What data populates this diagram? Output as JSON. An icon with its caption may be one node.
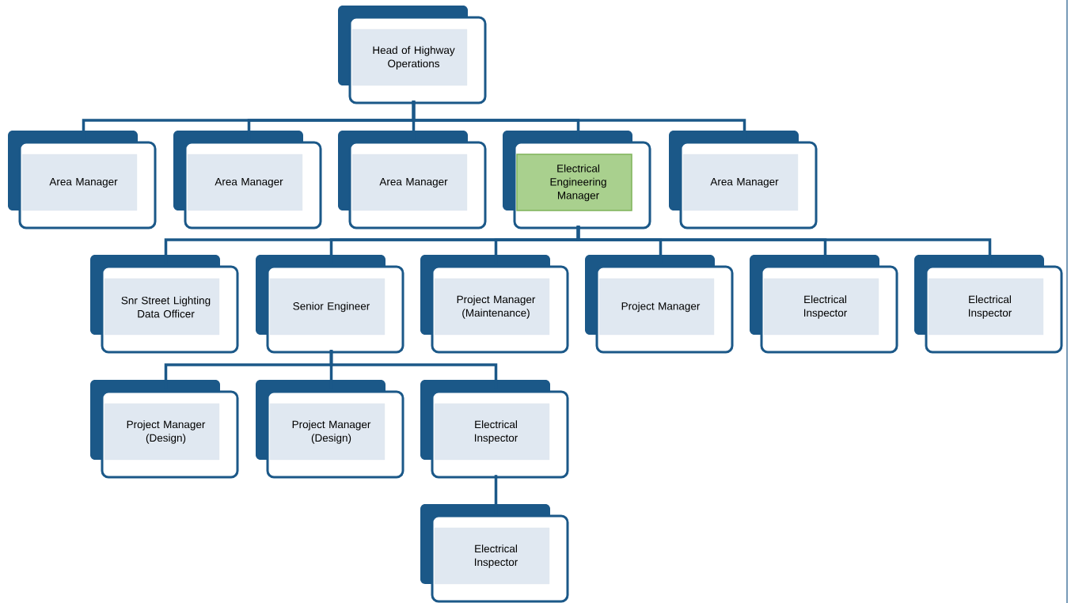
{
  "diagram": {
    "nodes": [
      {
        "text": [
          "Head of Highway Operations"
        ]
      },
      {
        "text": [
          "Area Manager"
        ]
      },
      {
        "text": [
          "Area Manager"
        ]
      },
      {
        "text": [
          "Area Manager"
        ]
      },
      {
        "text": [
          "Electrical Engineering Manager"
        ]
      },
      {
        "text": [
          "Area Manager"
        ]
      },
      {
        "text": [
          "Snr Street Lighting Data Officer"
        ]
      },
      {
        "text": [
          "Senior Engineer"
        ]
      },
      {
        "text": [
          "Project Manager (Maintenance)"
        ]
      },
      {
        "text": [
          "Project Manager"
        ]
      },
      {
        "text": [
          "Electrical Inspector"
        ]
      },
      {
        "text": [
          "Electrical Inspector"
        ]
      },
      {
        "text": [
          "Project Manager (Design)"
        ]
      },
      {
        "text": [
          "Project Manager (Design)"
        ]
      },
      {
        "text": [
          "Electrical Inspector"
        ]
      },
      {
        "text": [
          "Electrical Inspector"
        ]
      }
    ],
    "edges": [
      {
        "from": 0,
        "to": 1,
        "arrow": "none"
      },
      {
        "from": 0,
        "to": 2,
        "arrow": "none"
      },
      {
        "from": 0,
        "to": 3,
        "arrow": "none"
      },
      {
        "from": 0,
        "to": 4,
        "arrow": "none"
      },
      {
        "from": 0,
        "to": 5,
        "arrow": "none"
      },
      {
        "from": 4,
        "to": 6,
        "arrow": "none"
      },
      {
        "from": 4,
        "to": 7,
        "arrow": "none"
      },
      {
        "from": 4,
        "to": 8,
        "arrow": "none"
      },
      {
        "from": 4,
        "to": 9,
        "arrow": "none"
      },
      {
        "from": 4,
        "to": 10,
        "arrow": "none"
      },
      {
        "from": 4,
        "to": 11,
        "arrow": "none"
      },
      {
        "from": 7,
        "to": 12,
        "arrow": "none"
      },
      {
        "from": 7,
        "to": 13,
        "arrow": "none"
      },
      {
        "from": 7,
        "to": 14,
        "arrow": "none"
      },
      {
        "from": 14,
        "to": 15,
        "arrow": "none"
      }
    ]
  }
}
